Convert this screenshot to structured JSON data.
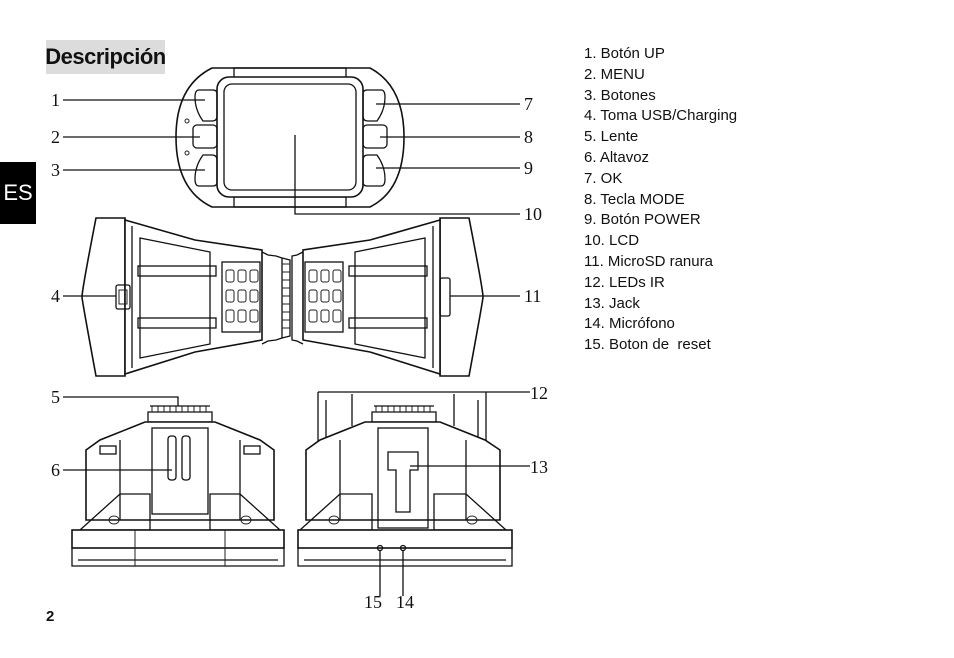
{
  "header": {
    "title": "Descripción",
    "language_tab": "ES"
  },
  "page_number": "2",
  "parts": [
    "1. Botón UP",
    "2. MENU",
    "3. Botones",
    "4. Toma USB/Charging",
    "5. Lente",
    "6. Altavoz",
    "7. OK",
    "8. Tecla MODE",
    "9. Botón POWER",
    "10. LCD",
    "11. MicroSD ranura",
    "12. LEDs IR",
    "13. Jack",
    "14. Micrófono",
    "15. Boton de  reset"
  ],
  "callouts": {
    "c1": "1",
    "c2": "2",
    "c3": "3",
    "c4": "4",
    "c5": "5",
    "c6": "6",
    "c7": "7",
    "c8": "8",
    "c9": "9",
    "c10": "10",
    "c11": "11",
    "c12": "12",
    "c13": "13",
    "c14": "14",
    "c15": "15"
  }
}
